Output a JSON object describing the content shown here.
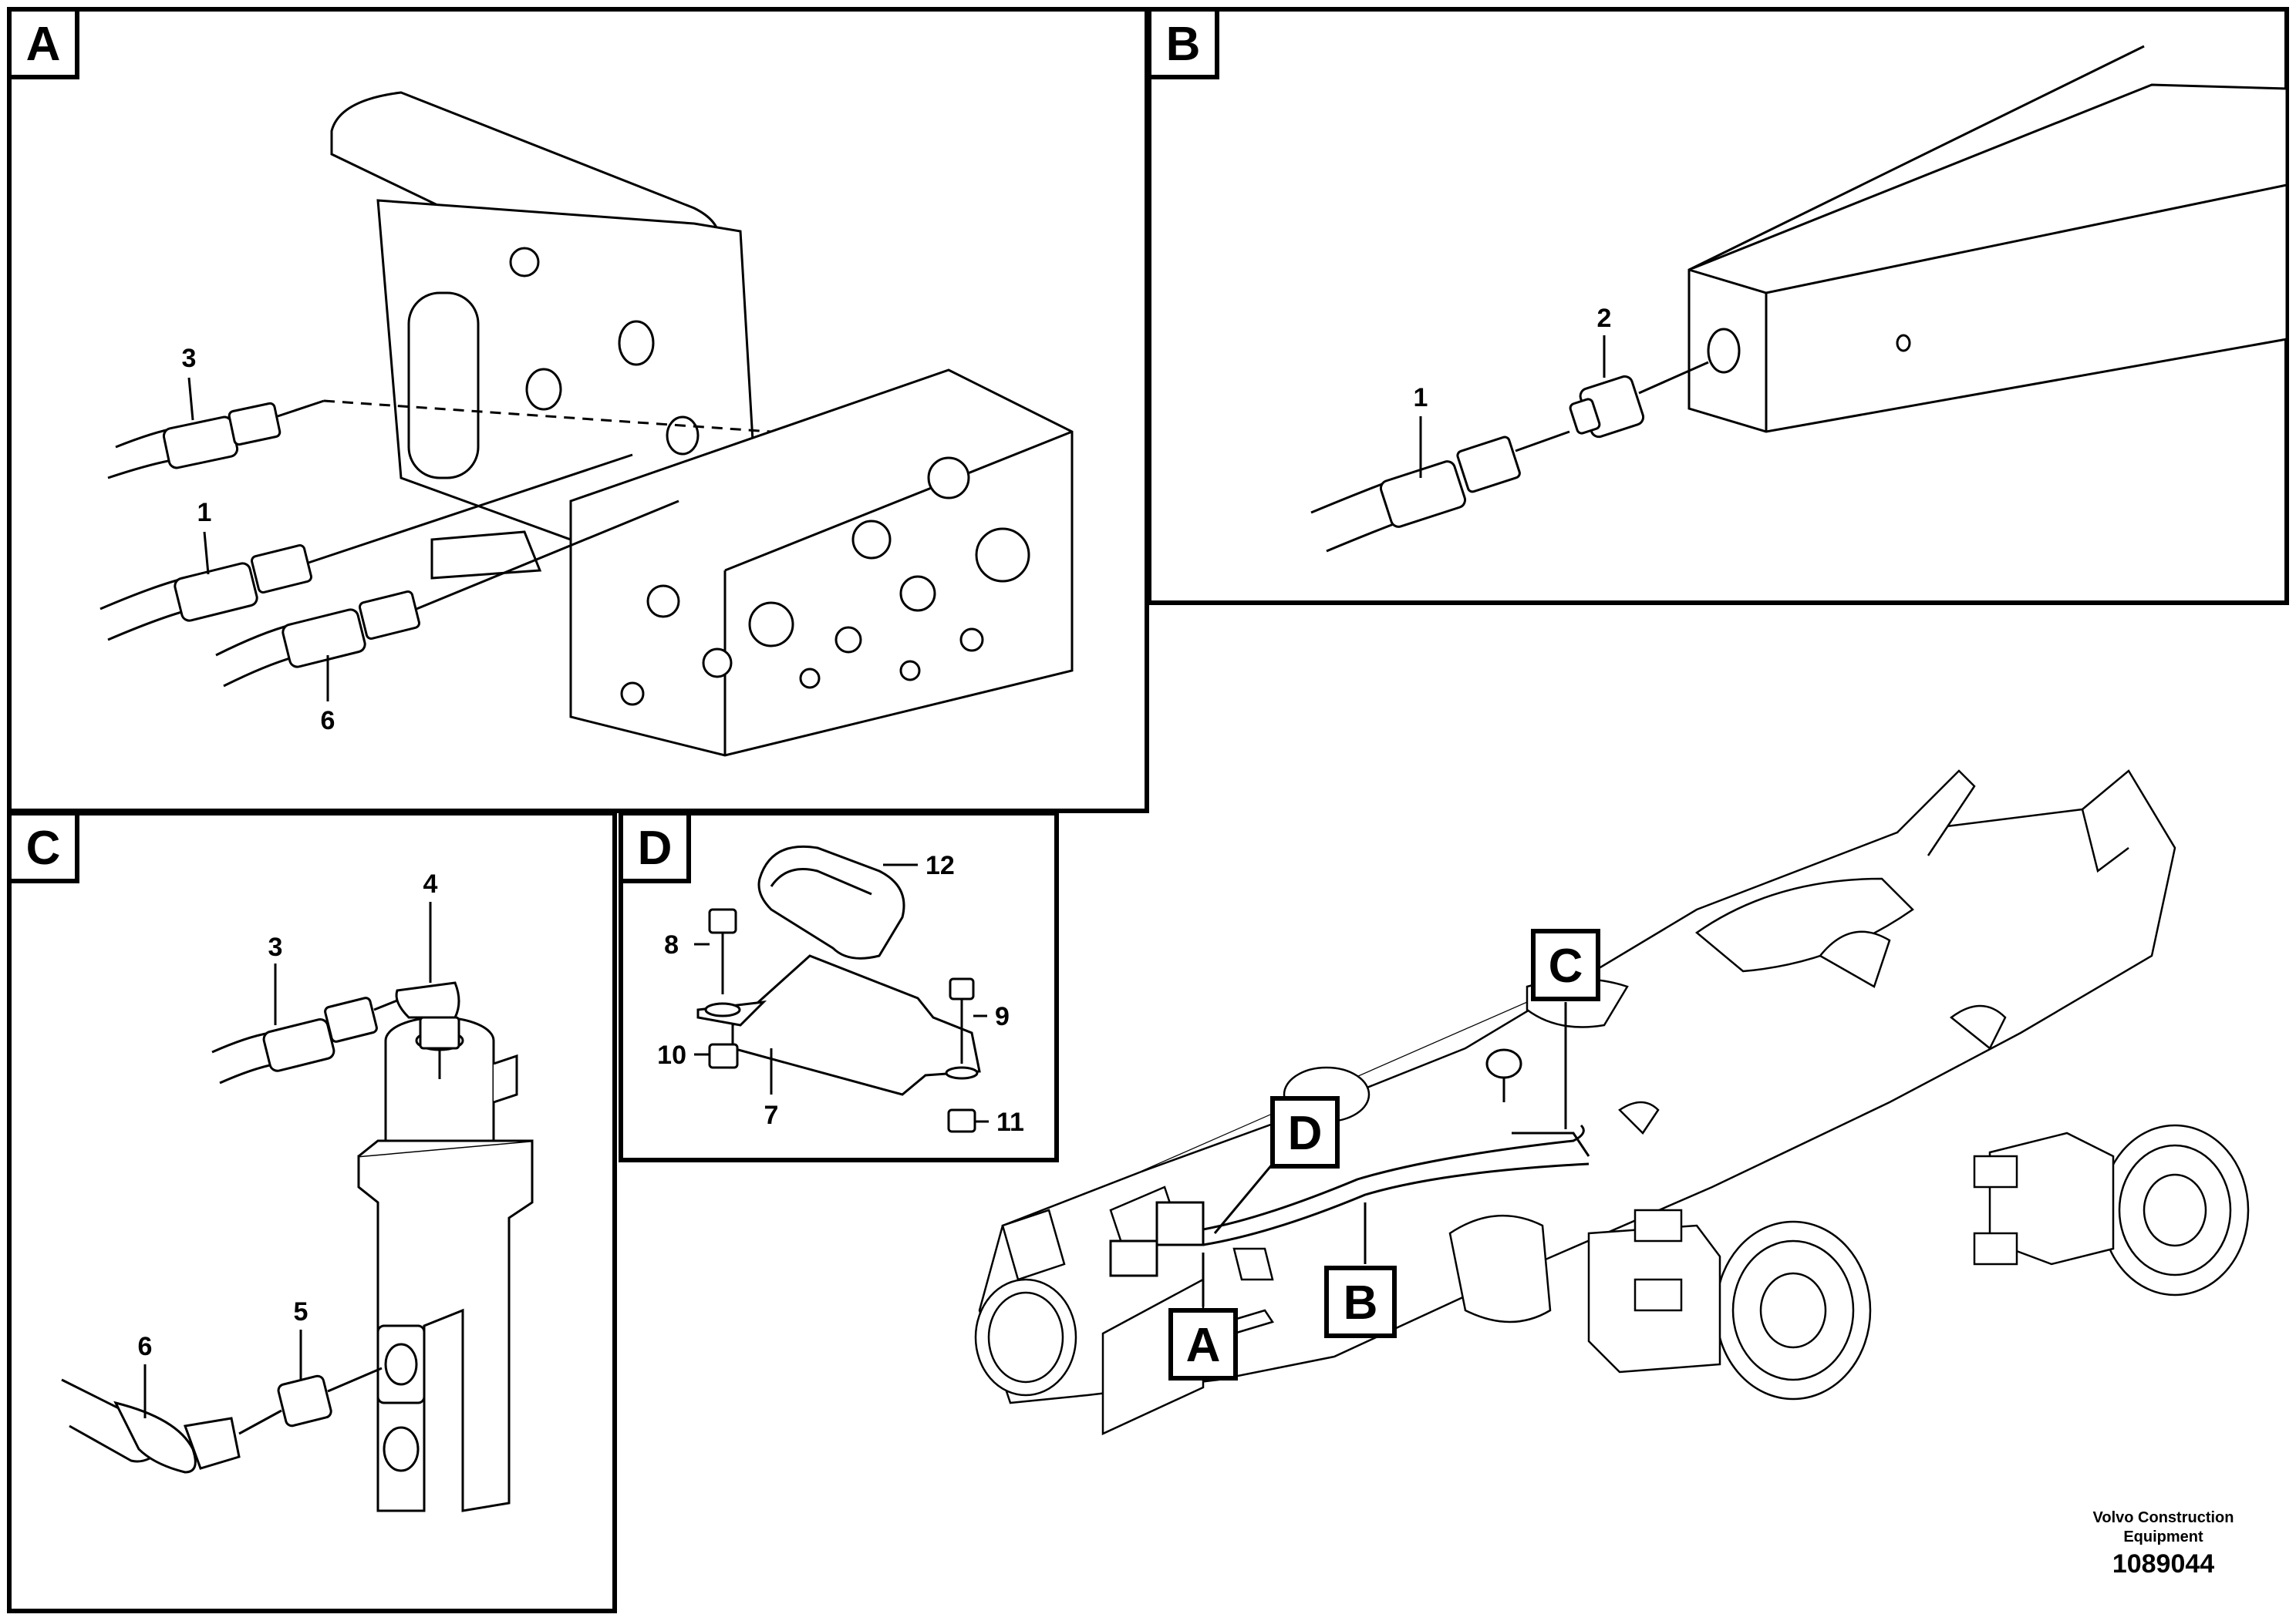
{
  "panels": {
    "a": {
      "tag": "A",
      "callouts": {
        "n3": "3",
        "n1": "1",
        "n6": "6"
      }
    },
    "b": {
      "tag": "B",
      "callouts": {
        "n2": "2",
        "n1": "1"
      }
    },
    "c": {
      "tag": "C",
      "callouts": {
        "n4": "4",
        "n3": "3",
        "n5": "5",
        "n6": "6"
      }
    },
    "d": {
      "tag": "D",
      "callouts": {
        "n12": "12",
        "n8": "8",
        "n9": "9",
        "n10": "10",
        "n7": "7",
        "n11": "11"
      }
    }
  },
  "overview": {
    "markers": {
      "a": "A",
      "b": "B",
      "c": "C",
      "d": "D"
    }
  },
  "footer": {
    "company_line1": "Volvo Construction",
    "company_line2": "Equipment",
    "doc_number": "1089044"
  }
}
